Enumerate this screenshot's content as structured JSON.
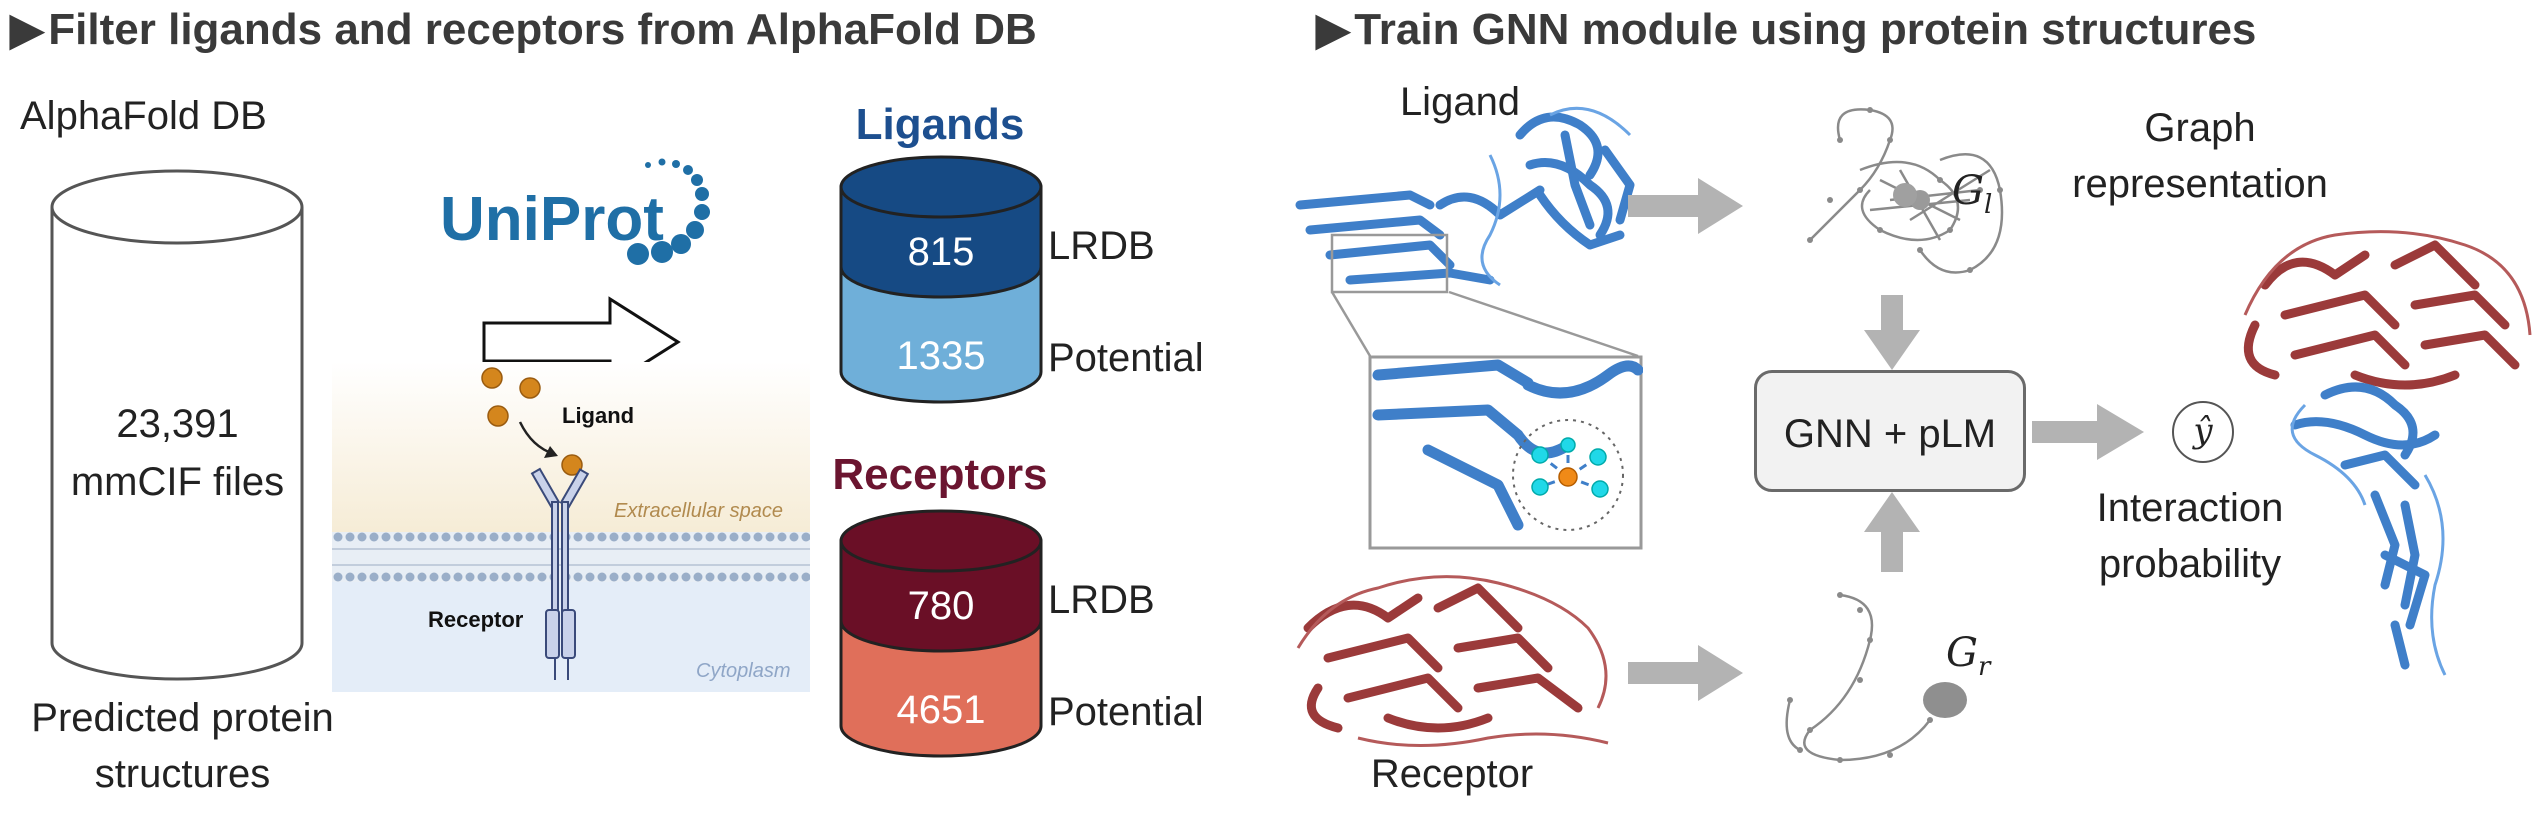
{
  "left_panel": {
    "heading": "Filter ligands and receptors from AlphaFold DB",
    "alphafold_label": "AlphaFold DB",
    "files_count": "23,391",
    "files_unit": "mmCIF files",
    "predicted_line1": "Predicted protein",
    "predicted_line2": "structures",
    "uniprot_logo": "UniProt",
    "ligand_small": "Ligand",
    "receptor_small": "Receptor",
    "extracellular": "Extracellular space",
    "cytoplasm": "Cytoplasm",
    "ligands_title": "Ligands",
    "ligands_lrdb": "815",
    "ligands_potential": "1335",
    "receptors_title": "Receptors",
    "receptors_lrdb": "780",
    "receptors_potential": "4651",
    "lrdb_label": "LRDB",
    "potential_label": "Potential"
  },
  "right_panel": {
    "heading": "Train GNN module using protein structures",
    "ligand_label": "Ligand",
    "receptor_label": "Receptor",
    "graph_line1": "Graph",
    "graph_line2": "representation",
    "g_symbol": "G",
    "g_ligand_sub": "l",
    "g_receptor_sub": "r",
    "gnn_box": "GNN + pLM",
    "y_hat": "ŷ",
    "interaction_line1": "Interaction",
    "interaction_line2": "probability"
  },
  "colors": {
    "ligand_blue": "#3f7fc9",
    "receptor_red": "#9b3a3a",
    "ligand_title": "#1d4f8f",
    "receptor_title": "#6b1530",
    "ligand_db_top": "#164a84",
    "ligand_db_bottom": "#6fafd9",
    "receptor_db_top": "#6a0f26",
    "receptor_db_bottom": "#e06f5a",
    "arrow_gray": "#b3b3b3"
  }
}
